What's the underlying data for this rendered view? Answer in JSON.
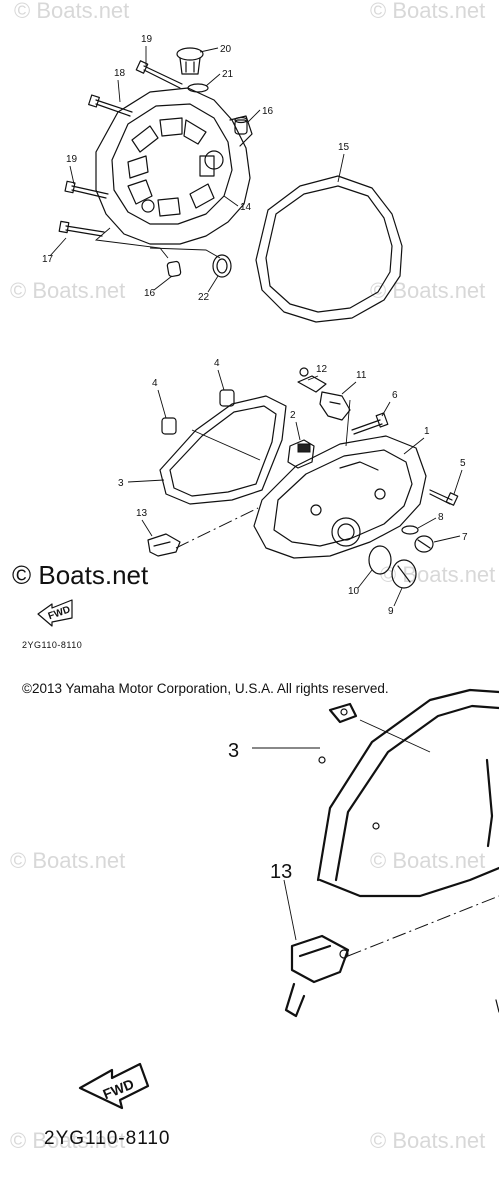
{
  "watermark": "© Boats.net",
  "copyright_boats": "© Boats.net",
  "copyright_yamaha": "©2013 Yamaha Motor Corporation, U.S.A. All rights reserved.",
  "part_code": "2YG110-8110",
  "fwd_label": "FWD",
  "callouts": {
    "c1": "1",
    "c2": "2",
    "c3": "3",
    "c4a": "4",
    "c4b": "4",
    "c5": "5",
    "c6": "6",
    "c7": "7",
    "c8": "8",
    "c9": "9",
    "c10": "10",
    "c11": "11",
    "c12": "12",
    "c13": "13",
    "c14": "14",
    "c15": "15",
    "c16a": "16",
    "c16b": "16",
    "c17": "17",
    "c18": "18",
    "c19a": "19",
    "c19b": "19",
    "c20": "20",
    "c21": "21",
    "c22": "22",
    "z3": "3",
    "z13": "13"
  }
}
